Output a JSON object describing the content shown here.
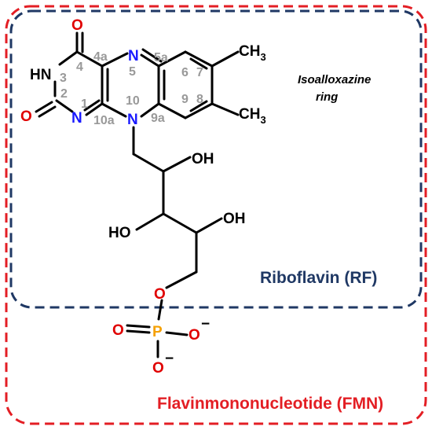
{
  "labels": {
    "ring_line1": "Isoalloxazine",
    "ring_line2": "ring",
    "riboflavin": "Riboflavin (RF)",
    "fmn": "Flavinmononucleotide (FMN)"
  },
  "atoms": {
    "o_top": "O",
    "o_left": "O",
    "hn": "HN",
    "n1": "N",
    "n5": "N",
    "n10": "N",
    "ch3": "CH",
    "ch3_sub": "3",
    "oh": "OH",
    "ho": "HO",
    "o_link": "O",
    "p": "P",
    "o_p1": "O",
    "o_p2": "O",
    "o_p3": "O",
    "minus": "−"
  },
  "numbering": {
    "n4": "4",
    "n4a": "4a",
    "n3": "3",
    "n2": "2",
    "n1": "1",
    "n10a": "10a",
    "n10": "10",
    "n5": "5",
    "n5a": "5a",
    "n6": "6",
    "n7": "7",
    "n8": "8",
    "n9": "9",
    "n9a": "9a"
  },
  "colors": {
    "riboflavin_box": "#1f3864",
    "fmn_box": "#e31e24",
    "nitrogen": "#1a1aff",
    "oxygen": "#e00000",
    "phosphorus": "#f5a000",
    "numbering": "#999999"
  }
}
